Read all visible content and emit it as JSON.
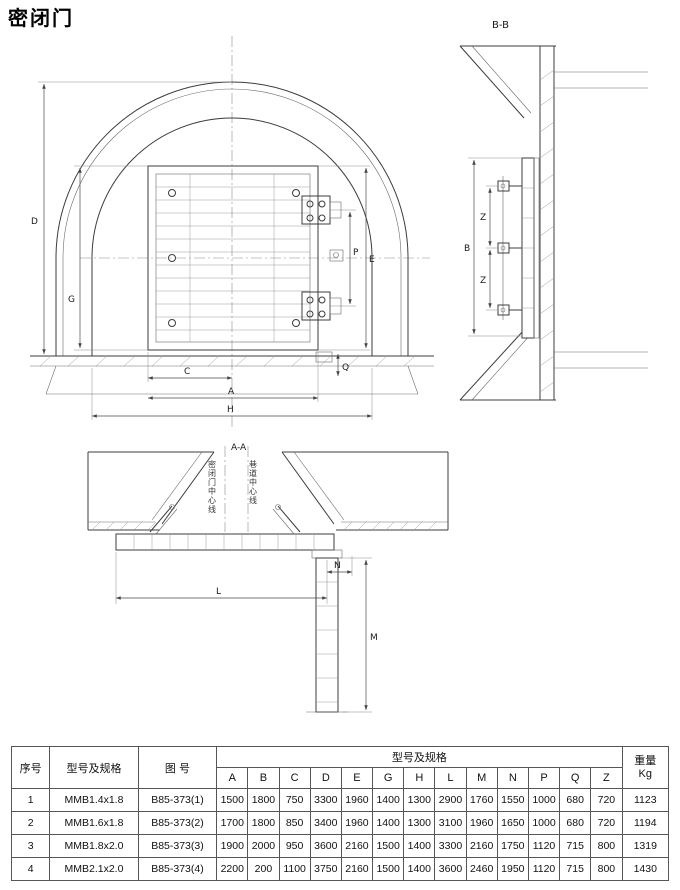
{
  "page": {
    "title": "密闭门"
  },
  "drawing": {
    "front_view": {
      "labels": {
        "d": "D",
        "g": "G",
        "c": "C",
        "a": "A",
        "h": "H",
        "p": "P",
        "e": "E",
        "q": "Q"
      }
    },
    "side_view": {
      "section_title": "B-B",
      "labels": {
        "b": "B",
        "z": "Z"
      }
    },
    "bottom_view": {
      "section_title": "A-A",
      "door_centerline": "密闭门中心线",
      "tunnel_centerline": "巷道中心线",
      "labels": {
        "l": "L",
        "m": "M",
        "n": "N"
      }
    }
  },
  "table": {
    "col_index": "序号",
    "col_model": "型号及规格",
    "col_drawing_no": "图 号",
    "col_spec_group": "型号及规格",
    "col_weight": {
      "line1": "重量",
      "line2": "Kg"
    },
    "dim_headers": [
      "A",
      "B",
      "C",
      "D",
      "E",
      "G",
      "H",
      "L",
      "M",
      "N",
      "P",
      "Q",
      "Z"
    ],
    "rows": [
      {
        "index": "1",
        "model": "MMB1.4x1.8",
        "drawing_no": "B85-373(1)",
        "values": [
          "1500",
          "1800",
          "750",
          "3300",
          "1960",
          "1400",
          "1300",
          "2900",
          "1760",
          "1550",
          "1000",
          "680",
          "720"
        ],
        "weight": "1123"
      },
      {
        "index": "2",
        "model": "MMB1.6x1.8",
        "drawing_no": "B85-373(2)",
        "values": [
          "1700",
          "1800",
          "850",
          "3400",
          "1960",
          "1400",
          "1300",
          "3100",
          "1960",
          "1650",
          "1000",
          "680",
          "720"
        ],
        "weight": "1194"
      },
      {
        "index": "3",
        "model": "MMB1.8x2.0",
        "drawing_no": "B85-373(3)",
        "values": [
          "1900",
          "2000",
          "950",
          "3600",
          "2160",
          "1500",
          "1400",
          "3300",
          "2160",
          "1750",
          "1120",
          "715",
          "800"
        ],
        "weight": "1319"
      },
      {
        "index": "4",
        "model": "MMB2.1x2.0",
        "drawing_no": "B85-373(4)",
        "values": [
          "2200",
          "200",
          "1100",
          "3750",
          "2160",
          "1500",
          "1400",
          "3600",
          "2460",
          "1950",
          "1120",
          "715",
          "800"
        ],
        "weight": "1430"
      }
    ]
  }
}
